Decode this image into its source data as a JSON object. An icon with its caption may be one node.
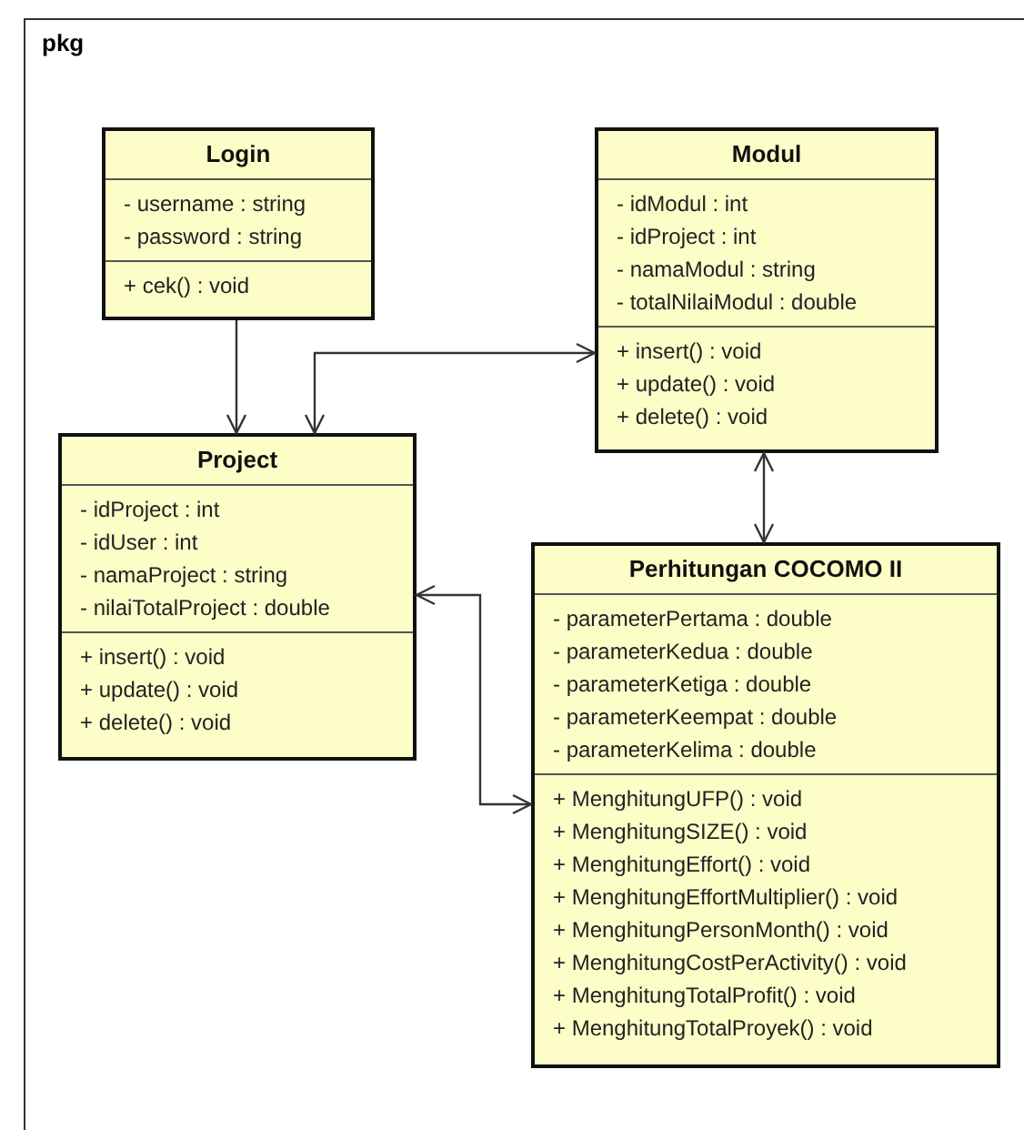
{
  "diagram": {
    "nodes": [
      {
        "text": [
          "pkg"
        ]
      },
      {
        "text": [
          "Login",
          "- username : string",
          "- password : string",
          "+ cek() : void"
        ],
        "in": 0
      },
      {
        "text": [
          "Modul",
          "- idModul : int",
          "- idProject : int",
          "- namaModul : string",
          "- totalNilaiModul : double",
          "+ insert() : void",
          "+ update() : void",
          "+ delete() : void"
        ],
        "in": 0
      },
      {
        "text": [
          "Project",
          "- idProject : int",
          "- idUser : int",
          "- namaProject : string",
          "- nilaiTotalProject : double",
          "+ insert() : void",
          "+ update() : void",
          "+ delete() : void"
        ],
        "in": 0
      },
      {
        "text": [
          "Perhitungan COCOMO II",
          "- parameterPertama : double",
          "- parameterKedua : double",
          "- parameterKetiga : double",
          "- parameterKeempat : double",
          "- parameterKelima : double",
          "+ MenghitungUFP() : void",
          "+ MenghitungSIZE() : void",
          "+ MenghitungEffort() : void",
          "+ MenghitungEffortMultiplier() : void",
          "+ MenghitungPersonMonth() : void",
          "+ MenghitungCostPerActivity() : void",
          "+ MenghitungTotalProfit() : void",
          "+ MenghitungTotalProyek() : void"
        ],
        "in": 0
      }
    ],
    "edges": [
      {
        "from": 1,
        "to": 3,
        "arrow": "to"
      },
      {
        "from": 3,
        "to": 2,
        "arrow": "both"
      },
      {
        "from": 2,
        "to": 4,
        "arrow": "both"
      },
      {
        "from": 3,
        "to": 4,
        "arrow": "both"
      }
    ]
  }
}
